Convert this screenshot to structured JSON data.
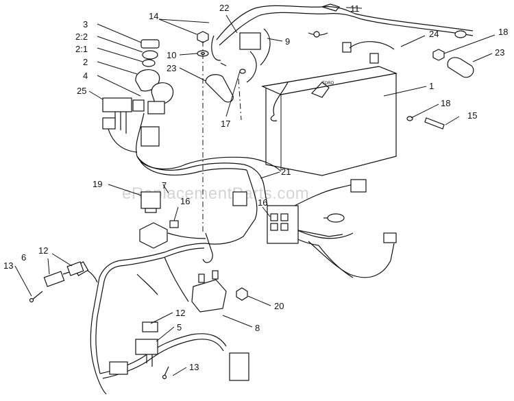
{
  "watermark": "eReplacementParts.com",
  "callouts": [
    {
      "id": "c14",
      "text": "14"
    },
    {
      "id": "c22",
      "text": "22"
    },
    {
      "id": "c11",
      "text": "11"
    },
    {
      "id": "c3",
      "text": "3"
    },
    {
      "id": "c2_2",
      "text": "2:2"
    },
    {
      "id": "c2_1",
      "text": "2:1"
    },
    {
      "id": "c2",
      "text": "2"
    },
    {
      "id": "c4",
      "text": "4"
    },
    {
      "id": "c25",
      "text": "25"
    },
    {
      "id": "c10",
      "text": "10"
    },
    {
      "id": "c23a",
      "text": "23"
    },
    {
      "id": "c9",
      "text": "9"
    },
    {
      "id": "c24",
      "text": "24"
    },
    {
      "id": "c18a",
      "text": "18"
    },
    {
      "id": "c23b",
      "text": "23"
    },
    {
      "id": "c1",
      "text": "1"
    },
    {
      "id": "c18b",
      "text": "18"
    },
    {
      "id": "c15",
      "text": "15"
    },
    {
      "id": "c17",
      "text": "17"
    },
    {
      "id": "c19",
      "text": "19"
    },
    {
      "id": "c7",
      "text": "7"
    },
    {
      "id": "c21",
      "text": "21"
    },
    {
      "id": "c16a",
      "text": "16"
    },
    {
      "id": "c16b",
      "text": "16"
    },
    {
      "id": "c12a",
      "text": "12"
    },
    {
      "id": "c6",
      "text": "6"
    },
    {
      "id": "c13a",
      "text": "13"
    },
    {
      "id": "c20",
      "text": "20"
    },
    {
      "id": "c8",
      "text": "8"
    },
    {
      "id": "c12b",
      "text": "12"
    },
    {
      "id": "c5",
      "text": "5"
    },
    {
      "id": "c13b",
      "text": "13"
    }
  ]
}
